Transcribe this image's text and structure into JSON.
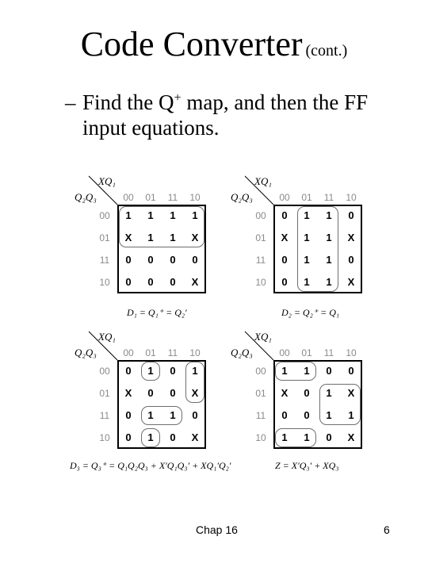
{
  "title": {
    "main": "Code Converter",
    "sub": "(cont.)"
  },
  "bullet": {
    "dash": "–",
    "text_before_sup": "Find the Q",
    "sup": "+",
    "text_after_sup": " map, and then the FF input equations."
  },
  "kmap_labels": {
    "col_var": "XQ₁",
    "row_var": "Q₂Q₃",
    "col_headers": [
      "00",
      "01",
      "11",
      "10"
    ],
    "row_headers": [
      "00",
      "01",
      "11",
      "10"
    ]
  },
  "maps": [
    {
      "cells": [
        [
          "1",
          "1",
          "1",
          "1"
        ],
        [
          "X",
          "1",
          "1",
          "X"
        ],
        [
          "0",
          "0",
          "0",
          "0"
        ],
        [
          "0",
          "0",
          "0",
          "X"
        ]
      ],
      "loops": [
        [
          0,
          0,
          1,
          3
        ]
      ],
      "equation": "D₁ = Q₁⁺ = Q₂′"
    },
    {
      "cells": [
        [
          "0",
          "1",
          "1",
          "0"
        ],
        [
          "X",
          "1",
          "1",
          "X"
        ],
        [
          "0",
          "1",
          "1",
          "0"
        ],
        [
          "0",
          "1",
          "1",
          "X"
        ]
      ],
      "loops": [
        [
          0,
          1,
          3,
          2
        ]
      ],
      "equation": "D₂ = Q₂⁺ = Q₁"
    },
    {
      "cells": [
        [
          "0",
          "1",
          "0",
          "1"
        ],
        [
          "X",
          "0",
          "0",
          "X"
        ],
        [
          "0",
          "1",
          "1",
          "0"
        ],
        [
          "0",
          "1",
          "0",
          "X"
        ]
      ],
      "loops": [
        [
          0,
          1,
          0,
          1
        ],
        [
          3,
          1,
          3,
          1
        ],
        [
          2,
          1,
          2,
          2
        ],
        [
          0,
          3,
          1,
          3
        ]
      ],
      "equation": "D₃ = Q₃⁺ = Q₁Q₂Q₃ + X′Q₁Q₃′ + XQ₁′Q₂′"
    },
    {
      "cells": [
        [
          "1",
          "1",
          "0",
          "0"
        ],
        [
          "X",
          "0",
          "1",
          "X"
        ],
        [
          "0",
          "0",
          "1",
          "1"
        ],
        [
          "1",
          "1",
          "0",
          "X"
        ]
      ],
      "loops": [
        [
          0,
          0,
          0,
          1
        ],
        [
          3,
          0,
          3,
          1
        ],
        [
          1,
          2,
          2,
          3
        ]
      ],
      "equation": "Z = X′Q₃′ + XQ₃"
    }
  ],
  "footer": {
    "chapter": "Chap 16",
    "page": "6"
  }
}
